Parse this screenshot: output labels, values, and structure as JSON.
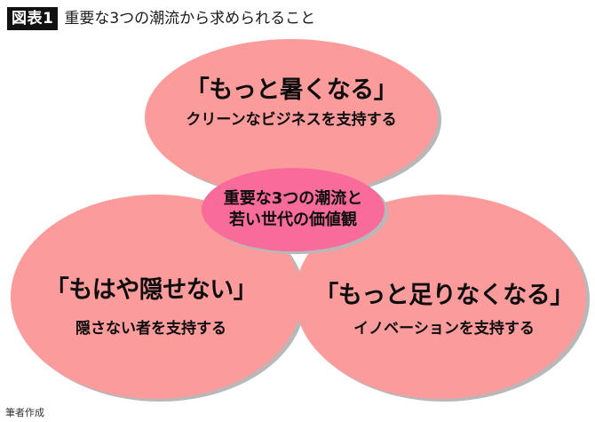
{
  "header": {
    "figure_label": "図表1",
    "title": "重要な3つの潮流から求められること"
  },
  "diagram": {
    "colors": {
      "outer_fill": "#fb9b9b",
      "center_fill": "#f96b9b",
      "shadow": "#b8b8b8",
      "text": "#0d0d0d"
    },
    "top": {
      "main": "「もっと暑くなる」",
      "sub": "クリーンなビジネスを支持する"
    },
    "left": {
      "main": "「もはや隠せない」",
      "sub": "隠さない者を支持する"
    },
    "right": {
      "main": "「もっと足りなくなる」",
      "sub": "イノベーションを支持する"
    },
    "center": {
      "line1": "重要な3つの潮流と",
      "line2": "若い世代の価値観"
    }
  },
  "footer": {
    "source": "筆者作成"
  }
}
